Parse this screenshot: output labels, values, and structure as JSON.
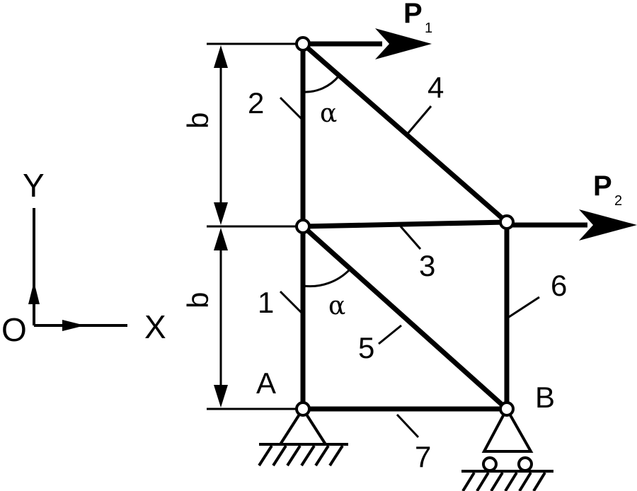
{
  "forces": {
    "p1": {
      "label": "P",
      "sub": "1"
    },
    "p2": {
      "label": "P",
      "sub": "2"
    }
  },
  "dimensions": {
    "upper": "b",
    "lower": "b"
  },
  "angles": {
    "upper": "α",
    "lower": "α"
  },
  "members": [
    "1",
    "2",
    "3",
    "4",
    "5",
    "6",
    "7"
  ],
  "nodes": {
    "a": "A",
    "b": "B"
  },
  "axes": {
    "origin": "O",
    "x": "X",
    "y": "Y"
  },
  "colors": {
    "ink": "#000000",
    "background": "#ffffff"
  }
}
